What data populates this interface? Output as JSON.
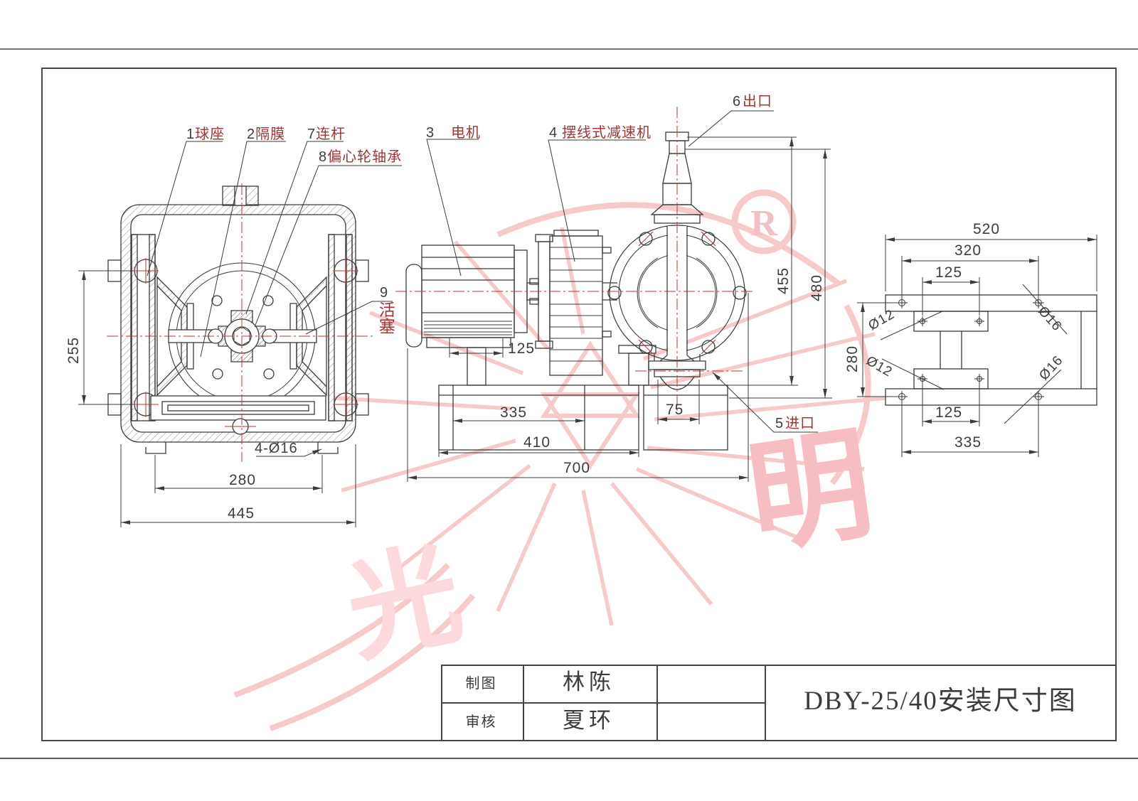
{
  "colors": {
    "line": "#3c3c3c",
    "centerline_red": "#c23232",
    "label_red": "#a33434",
    "watermark_pink": "#f6c3c7"
  },
  "watermark": {
    "registered": "R",
    "char1": "光",
    "char2": "明"
  },
  "labels": {
    "ball_seat": {
      "num": "1",
      "name": "球座"
    },
    "diaphragm": {
      "num": "2",
      "name": "隔膜"
    },
    "connecting_rod": {
      "num": "7",
      "name": "连杆"
    },
    "eccentric_bearing": {
      "num": "8",
      "name": "偏心轮轴承"
    },
    "piston": {
      "num": "9",
      "name": "活塞"
    },
    "motor": {
      "num": "3",
      "name": "电机"
    },
    "reducer": {
      "num": "4",
      "name": "摆线式减速机"
    },
    "outlet": {
      "num": "6",
      "name": "出口"
    },
    "inlet": {
      "num": "5",
      "name": "进口"
    }
  },
  "dims": {
    "front": {
      "valve_span": "255",
      "foot_holes": "4-Ø16",
      "foot_span": "280",
      "overall_width": "445"
    },
    "side": {
      "motor_foot": "125",
      "base_inner": "335",
      "base_width": "410",
      "overall_length": "700",
      "inlet_offset": "75",
      "outlet_height": "455",
      "overall_height": "480"
    },
    "base": {
      "overall_width": "520",
      "rail_hole_span_top": "320",
      "plate_hole_span_top": "125",
      "rail_hole_pitch": "280",
      "plate_hole_span_bottom": "125",
      "rail_hole_span_bottom": "335",
      "plate_hole_dia_a": "Ø12",
      "plate_hole_dia_b": "Ø12",
      "rail_hole_dia_a": "Ø16",
      "rail_hole_dia_b": "Ø16"
    }
  },
  "title_block": {
    "drawn_label": "制图",
    "drawn_by": "林陈",
    "checked_label": "审核",
    "checked_by": "夏环",
    "title": "DBY-25/40安装尺寸图"
  }
}
